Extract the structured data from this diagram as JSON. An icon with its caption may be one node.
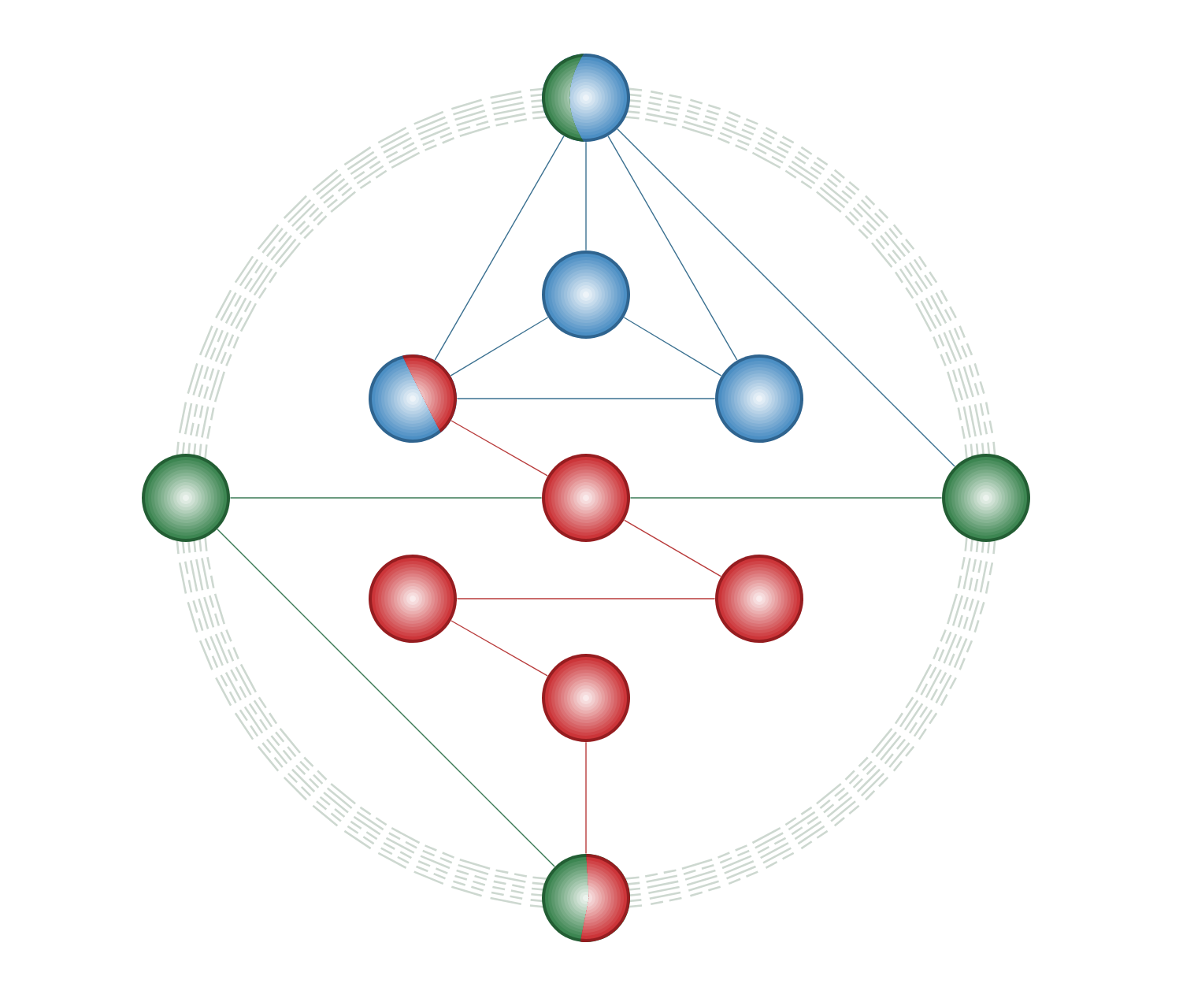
{
  "diagram": {
    "nodes": [
      {
        "text": [],
        "shape": "circle"
      },
      {
        "text": [],
        "shape": "circle"
      },
      {
        "text": [],
        "shape": "circle"
      },
      {
        "text": [],
        "shape": "circle"
      },
      {
        "text": [],
        "shape": "circle"
      },
      {
        "text": [],
        "shape": "circle"
      },
      {
        "text": [],
        "shape": "circle"
      },
      {
        "text": [],
        "shape": "circle"
      },
      {
        "text": [],
        "shape": "circle"
      },
      {
        "text": [],
        "shape": "circle"
      },
      {
        "text": [],
        "shape": "circle"
      }
    ],
    "edges": [
      {
        "from": 0,
        "to": 1,
        "arrow": "none"
      },
      {
        "from": 0,
        "to": 2,
        "arrow": "none"
      },
      {
        "from": 0,
        "to": 3,
        "arrow": "none"
      },
      {
        "from": 0,
        "to": 6,
        "arrow": "none"
      },
      {
        "from": 1,
        "to": 2,
        "arrow": "none"
      },
      {
        "from": 1,
        "to": 3,
        "arrow": "none"
      },
      {
        "from": 2,
        "to": 3,
        "arrow": "none"
      },
      {
        "from": 2,
        "to": 5,
        "arrow": "none",
        "color": "#b83a3a"
      },
      {
        "from": 4,
        "to": 5,
        "arrow": "none",
        "color": "#3a7a55"
      },
      {
        "from": 5,
        "to": 6,
        "arrow": "none",
        "color": "#3a7a55"
      },
      {
        "from": 5,
        "to": 8,
        "arrow": "none",
        "color": "#b83a3a"
      },
      {
        "from": 7,
        "to": 8,
        "arrow": "none",
        "color": "#b83a3a"
      },
      {
        "from": 7,
        "to": 9,
        "arrow": "none",
        "color": "#b83a3a"
      },
      {
        "from": 9,
        "to": 10,
        "arrow": "none",
        "color": "#b83a3a"
      },
      {
        "from": 4,
        "to": 10,
        "arrow": "none",
        "color": "#3a7a55"
      }
    ]
  }
}
